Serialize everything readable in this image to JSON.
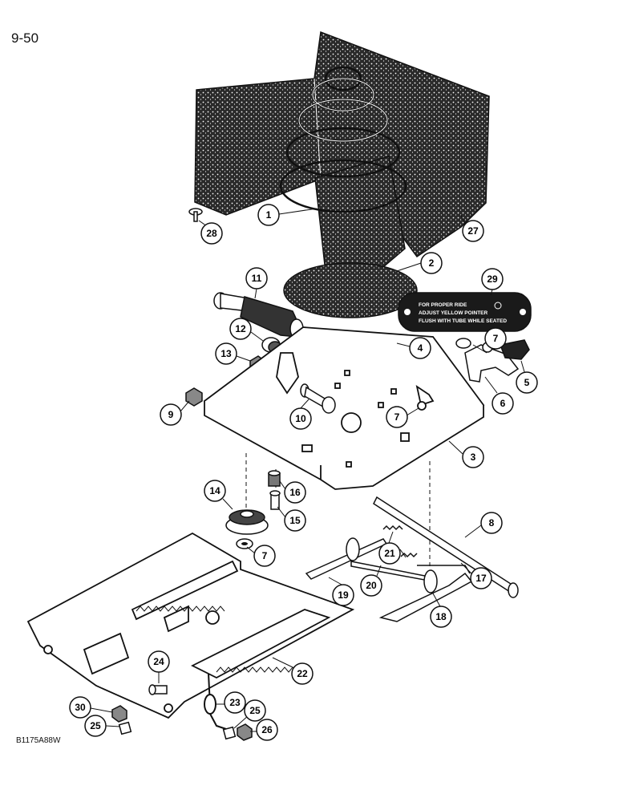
{
  "page": {
    "number": "9-50",
    "figure_code": "B1175A88W"
  },
  "decal": {
    "lines": [
      "FOR PROPER RIDE",
      "ADJUST YELLOW POINTER",
      "FLUSH WITH TUBE WHILE SEATED"
    ]
  },
  "callouts": [
    "1",
    "2",
    "3",
    "4",
    "5",
    "6",
    "7",
    "7",
    "7",
    "8",
    "9",
    "10",
    "11",
    "12",
    "13",
    "14",
    "15",
    "16",
    "17",
    "18",
    "19",
    "20",
    "21",
    "22",
    "23",
    "24",
    "25",
    "25",
    "26",
    "27",
    "28",
    "29",
    "30"
  ],
  "colors": {
    "ink": "#111111",
    "paper": "#ffffff",
    "felt": "#2a2a2a"
  }
}
